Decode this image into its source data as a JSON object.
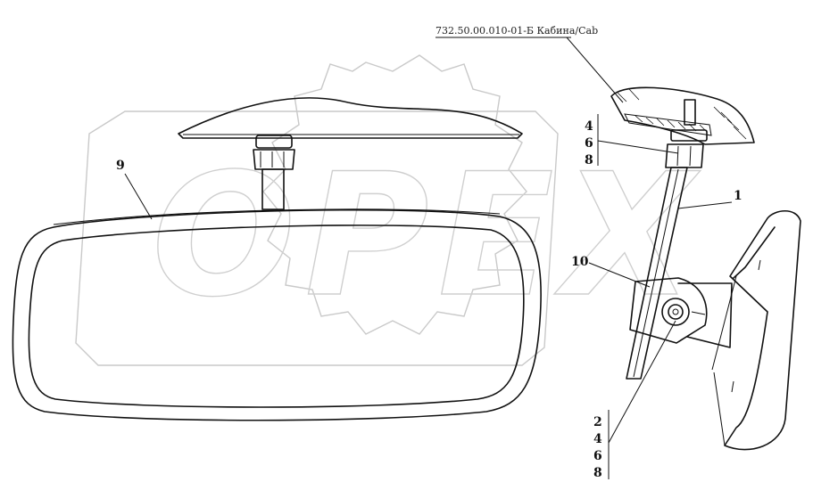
{
  "reference_label": "732.50.00.010-01-Б Кабина/Cab",
  "callouts": {
    "c1": "1",
    "c9": "9",
    "c10": "10",
    "stack_upper": [
      "4",
      "6",
      "8"
    ],
    "stack_lower": [
      "2",
      "4",
      "6",
      "8"
    ]
  },
  "watermark_text": "OPEX"
}
